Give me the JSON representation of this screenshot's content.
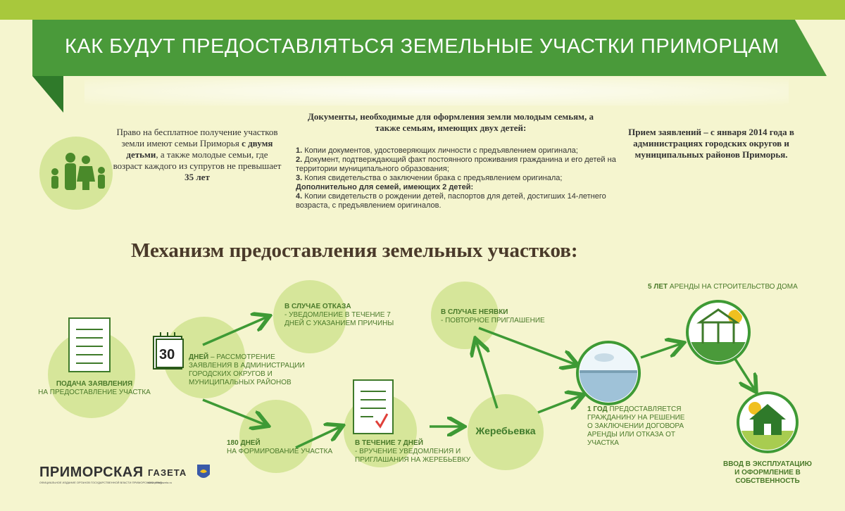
{
  "header": {
    "title": "КАК БУДУТ ПРЕДОСТАВЛЯТЬСЯ ЗЕМЕЛЬНЫЕ УЧАСТКИ ПРИМОРЦАМ"
  },
  "rights": {
    "text_1": "Право на бесплатное получение участков земли имеют семьи Приморья ",
    "bold_1": "с двумя детьми",
    "text_2": ", а также молодые семьи, где возраст каждого из супругов не превышает ",
    "bold_2": "35 лет"
  },
  "documents": {
    "title": "Документы, необходимые для оформления земли молодым семьям, а также семьям, имеющих двух детей:",
    "item_1": "Копии документов, удостоверяющих личности с предъявлением оригинала;",
    "item_2": "Документ, подтверждающий факт постоянного проживания гражданина и его детей на территории муниципального образования;",
    "item_3": "Копия свидетельства о заключении брака с предъявлением оригинала;",
    "additional": "Дополнительно для семей, имеющих 2 детей:",
    "item_4": "Копии свидетельств о рождении детей, паспортов для детей, достигших 14-летнего возраста, с предъявлением оригиналов.",
    "num_1": "1.",
    "num_2": "2.",
    "num_3": "3.",
    "num_4": "4."
  },
  "acceptance": {
    "text": "Прием заявлений – с января 2014 года в администрациях городских округов и муниципальных районов Приморья."
  },
  "mechanism_title": "Механизм предоставления земельных участков:",
  "steps": {
    "application_bold": "ПОДАЧА ЗАЯВЛЕНИЯ",
    "application_text": "НА ПРЕДОСТАВЛЕНИЕ УЧАСТКА",
    "calendar_num": "30",
    "days30_bold": "ДНЕЙ",
    "days30_text": " – РАССМОТРЕНИЕ ЗАЯВЛЕНИЯ В АДМИНИСТРАЦИИ ГОРОДСКИХ ОКРУГОВ И МУНИЦИПАЛЬНЫХ РАЙОНОВ",
    "refusal_bold": "В СЛУЧАЕ ОТКАЗА",
    "refusal_text": "- УВЕДОМЛЕНИЕ В ТЕЧЕНИЕ 7 ДНЕЙ С УКАЗАНИЕМ ПРИЧИНЫ",
    "days180_bold": "180 ДНЕЙ",
    "days180_text": "НА ФОРМИРОВАНИЕ УЧАСТКА",
    "days7_bold": "В ТЕЧЕНИЕ 7 ДНЕЙ",
    "days7_text": "- ВРУЧЕНИЕ УВЕДОМЛЕНИЯ И ПРИГЛАШАНИЯ НА ЖЕРЕБЬЕВКУ",
    "lottery": "Жеребьевка",
    "noshow_bold": "В СЛУЧАЕ НЕЯВКИ",
    "noshow_text": "- ПОВТОРНОЕ ПРИГЛАШЕНИЕ",
    "year1_bold": "1 ГОД",
    "year1_text": " ПРЕДОСТАВЛЯЕТСЯ ГРАЖДАНИНУ НА РЕШЕНИЕ О ЗАКЛЮЧЕНИИ ДОГОВОРА АРЕНДЫ ИЛИ ОТКАЗА ОТ УЧАСТКА",
    "years5_bold": "5 ЛЕТ",
    "years5_text": " АРЕНДЫ НА СТРОИТЕЛЬСТВО ДОМА",
    "commission": "ВВОД В ЭКСПЛУАТАЦИЮ И ОФОРМЛЕНИЕ В СОБСТВЕННОСТЬ"
  },
  "logo": {
    "name": "ПРИМОРСКАЯ",
    "name_2": "ГАЗЕТА",
    "subtitle": "ОФИЦИАЛЬНОЕ ИЗДАНИЕ ОРГАНОВ ГОСУДАРСТВЕННОЙ ВЛАСТИ ПРИМОРСКОГО КРАЯ",
    "site": "www.primgazeta.ru"
  },
  "colors": {
    "banner": "#4a9a3a",
    "topbar": "#a8c83c",
    "circle": "#d6e69a",
    "arrow": "#3e9a35",
    "background": "#f5f5cf"
  },
  "icons": [
    "family-icon",
    "document-icon",
    "calendar-icon",
    "checked-document-icon",
    "lake-icon",
    "gazebo-icon",
    "house-icon",
    "emblem-icon"
  ]
}
